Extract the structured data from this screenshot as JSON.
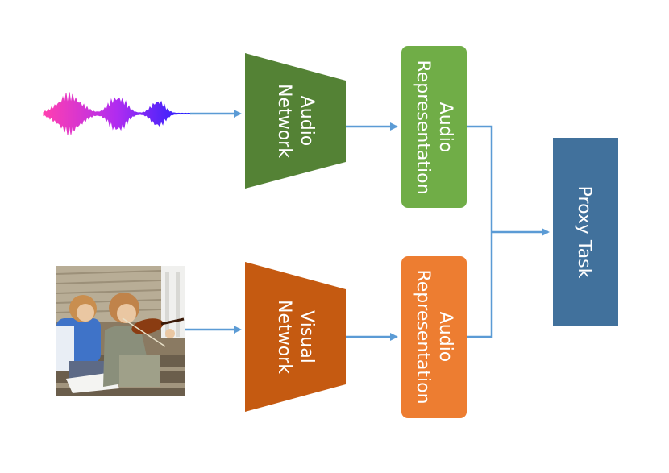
{
  "audio_network": {
    "line1": "Audio",
    "line2": "Network"
  },
  "visual_network": {
    "line1": "Visual",
    "line2": "Network"
  },
  "audio_representation_top": {
    "line1": "Audio",
    "line2": "Representation"
  },
  "audio_representation_bottom": {
    "line1": "Audio",
    "line2": "Representation"
  },
  "proxy_task": {
    "label": "Proxy Task"
  },
  "colors": {
    "audio_network": "#548235",
    "visual_network": "#c55a11",
    "audio_rep_top": "#70ad47",
    "audio_rep_bottom": "#ed7d31",
    "proxy_task": "#41719c",
    "arrow": "#5b9bd5"
  },
  "icons": {
    "waveform": "audio-waveform-icon",
    "photo": "violin-photo"
  }
}
